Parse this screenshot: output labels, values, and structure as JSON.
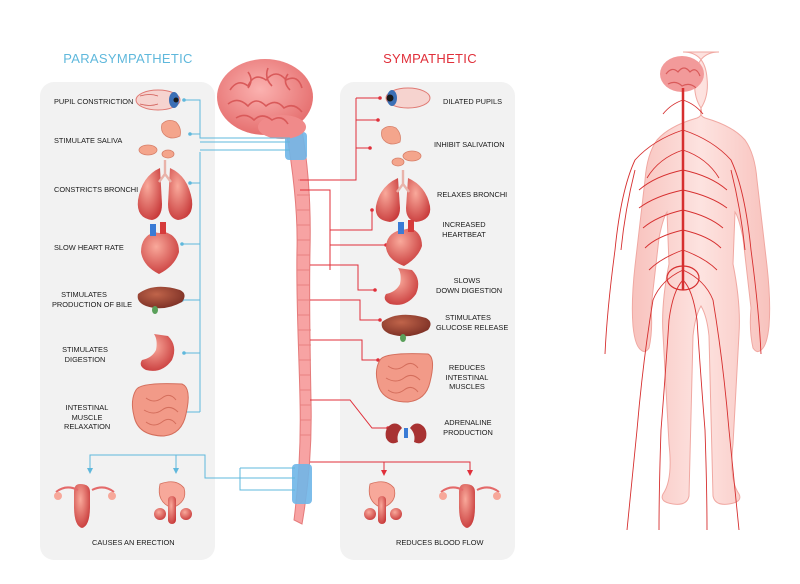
{
  "titles": {
    "parasympathetic": "PARASYMPATHETIC",
    "sympathetic": "SYMPATHETIC"
  },
  "parasympathetic": {
    "pupil": "PUPIL CONSTRICTION",
    "saliva": "STIMULATE SALIVA",
    "bronchi": "CONSTRICTS BRONCHI",
    "heart": "SLOW HEART RATE",
    "bile_1": "STIMULATES",
    "bile_2": "PRODUCTION OF BILE",
    "digestion_1": "STIMULATES",
    "digestion_2": "DIGESTION",
    "intestine_1": "INTESTINAL",
    "intestine_2": "MUSCLE",
    "intestine_3": "RELAXATION",
    "erection": "CAUSES AN ERECTION"
  },
  "sympathetic": {
    "pupils": "DILATED PUPILS",
    "salivation": "INHIBIT SALIVATION",
    "bronchi": "RELAXES BRONCHI",
    "heartbeat_1": "INCREASED",
    "heartbeat_2": "HEARTBEAT",
    "digestion_1": "SLOWS",
    "digestion_2": "DOWN DIGESTION",
    "glucose_1": "STIMULATES",
    "glucose_2": "GLUCOSE RELEASE",
    "intestinal_1": "REDUCES",
    "intestinal_2": "INTESTINAL",
    "intestinal_3": "MUSCLES",
    "adrenaline_1": "ADRENALINE",
    "adrenaline_2": "PRODUCTION",
    "bloodflow": "REDUCES BLOOD FLOW"
  },
  "colors": {
    "parasympathetic": "#5fb8dc",
    "sympathetic": "#e02f3a",
    "organ": "#e8685e",
    "organ_light": "#f7a89a",
    "brain": "#f58f8f",
    "spine": "#f7a7a7",
    "body": "#fbd6d3",
    "nerve": "#d62f2f",
    "panel": "#f2f2f2"
  }
}
